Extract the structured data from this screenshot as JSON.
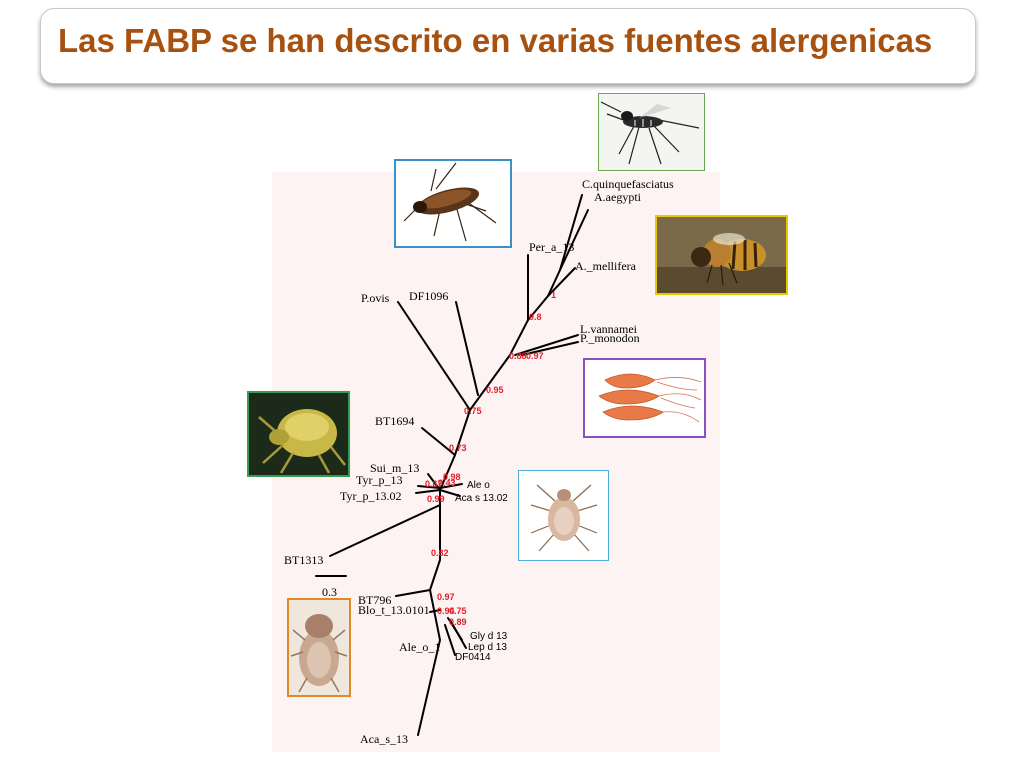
{
  "title": "Las FABP se han descrito en varias fuentes alergenicas",
  "tree": {
    "leaf_labels": {
      "c_quinque": "C.quinquefasciatus",
      "a_aegypti": "A.aegypti",
      "per_a": "Per_a_13",
      "a_mellifera": "A._mellifera",
      "l_vannamei": "L.vannamei",
      "p_monodon": "P._monodon",
      "p_ovis": "P.ovis",
      "df1096": "DF1096",
      "bt1694": "BT1694",
      "sui_m": "Sui_m_13",
      "tyr_p13": "Tyr_p_13",
      "tyr_p1302": "Tyr_p_13.02",
      "ale_o": "Ale o",
      "aca_s1302": "Aca s 13.02",
      "bt1313": "BT1313",
      "bt796": "BT796",
      "blo_t": "Blo_t_13.0101",
      "gly_d": "Gly d 13",
      "lep_d": "Lep d 13",
      "df0414": "DF0414",
      "ale_o_1": "Ale_o_1",
      "aca_s13": "Aca_s_13"
    },
    "scale_label": "0.3",
    "support": {
      "s1": "1",
      "s08": "0.8",
      "s_shrimp_a": "0.88",
      "s_shrimp_b": "0.97",
      "s095": "0.95",
      "s075": "0.75",
      "s073": "0.73",
      "s098": "0.98",
      "s_mid_a": "0.67",
      "s_mid_b": "0.43",
      "s099": "0.99",
      "s082": "0.82",
      "s097": "0.97",
      "s_low_a": "0.94",
      "s_low_b": "0.75",
      "s089": "0.89"
    }
  },
  "colors": {
    "title": "#a8510f",
    "support": "#e0202a",
    "branch": "#000000",
    "panel": "#fdf3f3",
    "frame_mosquito": "#6aa84f",
    "frame_cockroach": "#3d8fc9",
    "frame_bee": "#e8c800",
    "frame_shrimp": "#8a4fc0",
    "frame_mite_left": "#3a9a55",
    "frame_mite_right": "#4ab0d8",
    "frame_mite_bottom": "#e0882a"
  },
  "images": {
    "mosquito": "mosquito-photo",
    "cockroach": "cockroach-photo",
    "bee": "honeybee-photo",
    "shrimp": "shrimp-photo",
    "mite_left": "dust-mite-photo",
    "mite_right": "storage-mite-photo",
    "mite_bottom": "mite-closeup-photo"
  }
}
